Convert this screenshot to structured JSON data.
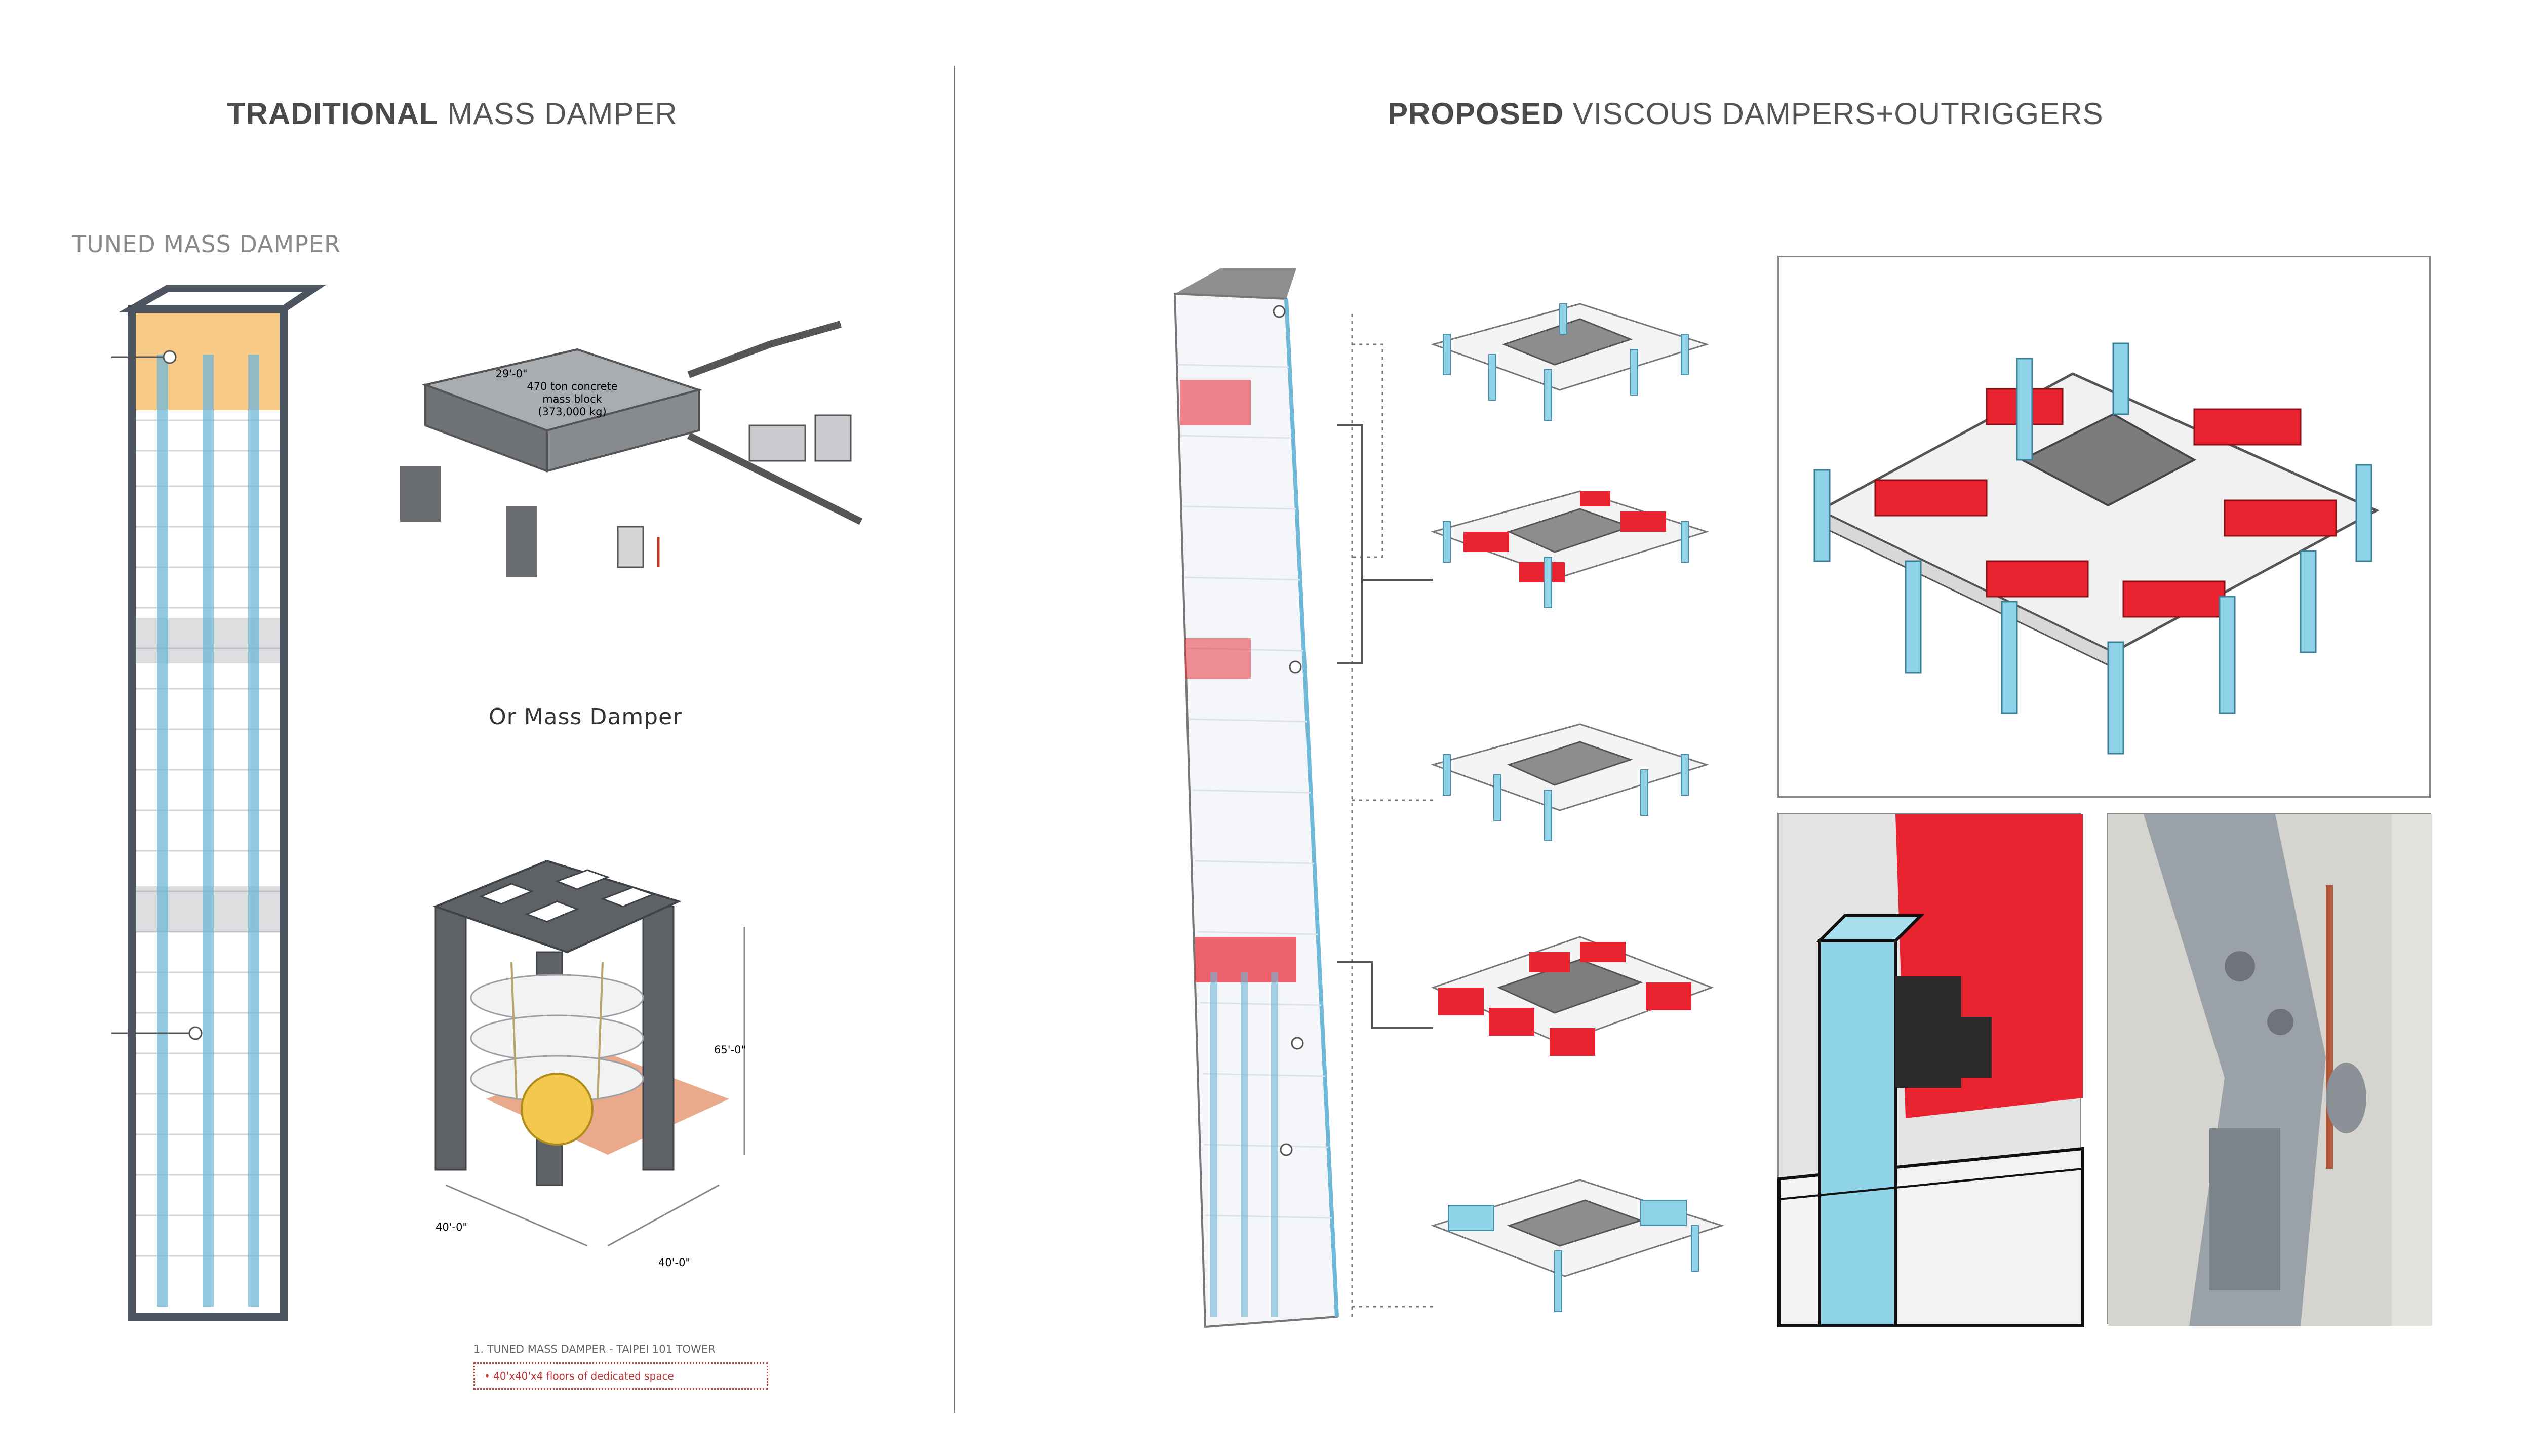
{
  "left_panel": {
    "heading_bold": "TRADITIONAL",
    "heading_rest": " MASS DAMPER",
    "subheading": "TUNED MASS DAMPER",
    "or_label": "Or Mass Damper",
    "mass_block_label_1": "470 ton concrete",
    "mass_block_label_2": "mass block",
    "mass_block_label_3": "(373,000 kg)",
    "dim_top": "29'-0\"",
    "dim_height": "65'-0\"",
    "dim_width_1": "40'-0\"",
    "dim_width_2": "40'-0\"",
    "footnote": "1. TUNED MASS DAMPER - TAIPEI 101 TOWER",
    "legend": "40'x40'x4 floors of dedicated space"
  },
  "right_panel": {
    "heading_bold": "PROPOSED",
    "heading_rest": " VISCOUS DAMPERS+OUTRIGGERS"
  },
  "colors": {
    "damper_red": "#e8232f",
    "column_blue": "#8fd3e8",
    "core_gray": "#6f6f6f",
    "mass_yellow": "#f2c94c",
    "floor_orange": "#f4a94a"
  }
}
